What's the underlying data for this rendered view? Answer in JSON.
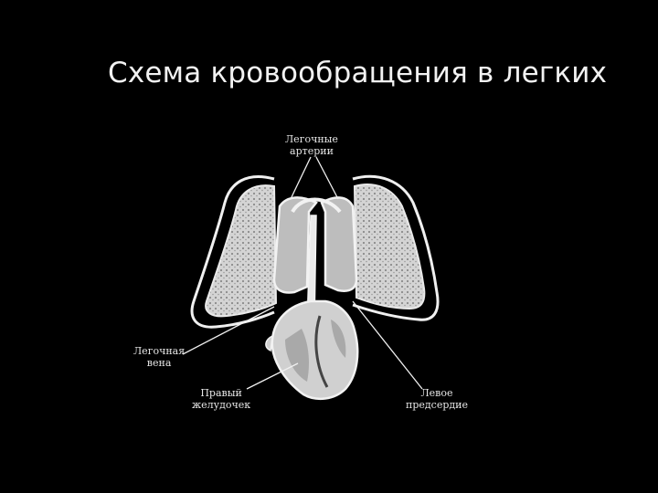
{
  "slide": {
    "title": "Схема кровообращения в легких"
  },
  "diagram": {
    "labels": {
      "pulmonary_arteries_line1": "Легочные",
      "pulmonary_arteries_line2": "артерии",
      "pulmonary_vein_line1": "Легочная",
      "pulmonary_vein_line2": "вена",
      "right_ventricle_line1": "Правый",
      "right_ventricle_line2": "желудочек",
      "left_atrium_line1": "Левое",
      "left_atrium_line2": "предсердие"
    },
    "colors": {
      "background": "#000000",
      "lung_tissue": "#d8d8d8",
      "vessel": "#e9e9e9",
      "outline": "#f0f0f0"
    }
  }
}
